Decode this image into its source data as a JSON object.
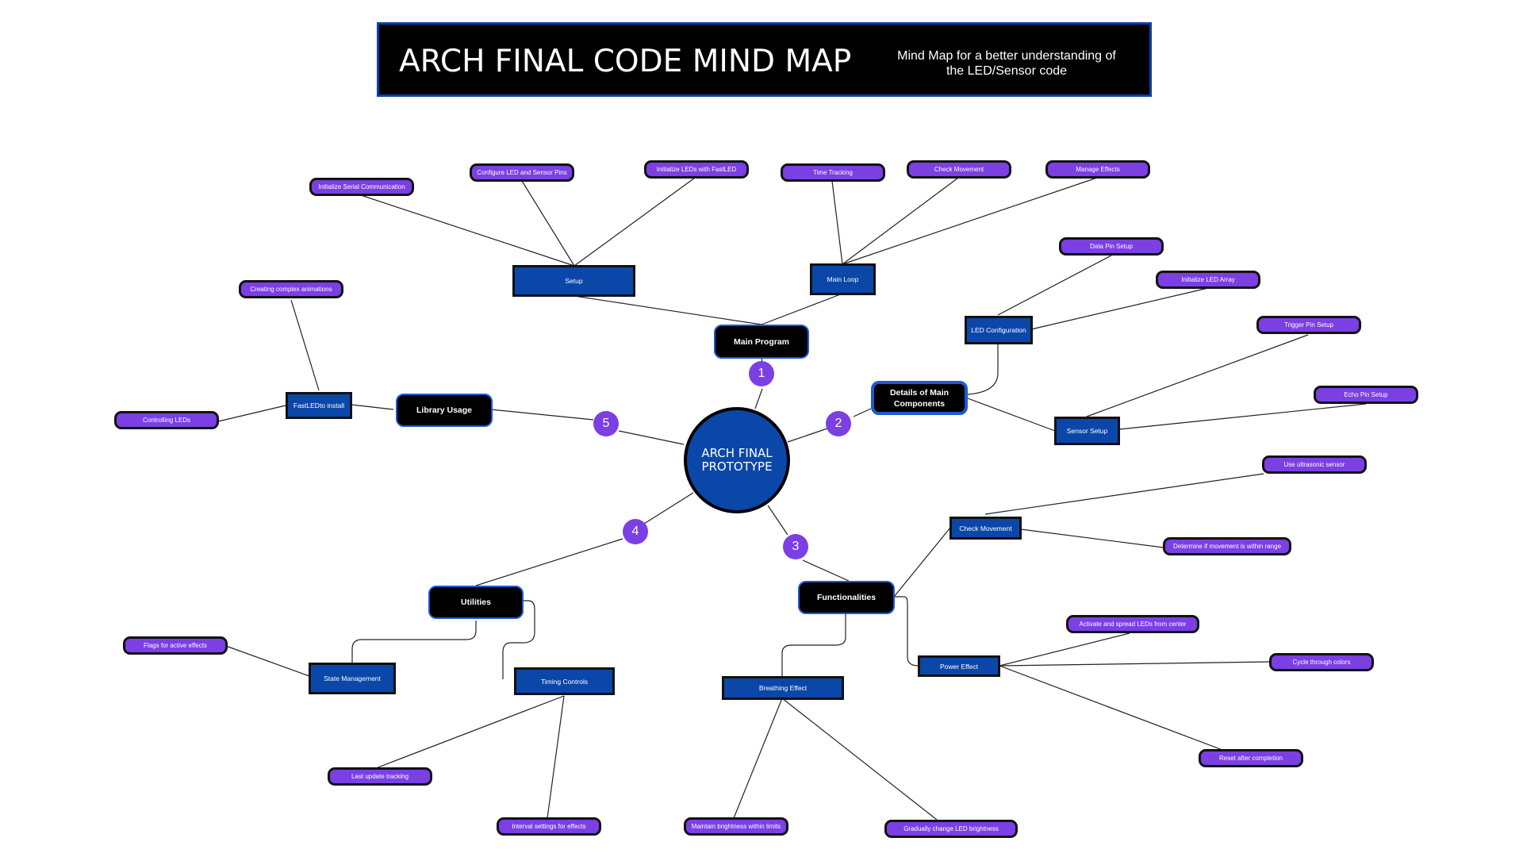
{
  "header": {
    "title": "ARCH FINAL CODE MIND MAP",
    "subtitle": "Mind Map for a better understanding of the LED/Sensor code"
  },
  "center": {
    "label": "ARCH FINAL PROTOTYPE"
  },
  "badges": [
    "1",
    "2",
    "3",
    "4",
    "5"
  ],
  "colors": {
    "leaf": "#7b3fe4",
    "sub": "#0a47a8",
    "main": "#000000",
    "main_border": "#1d5ad6",
    "header_border": "#0a3fa8"
  },
  "main_nodes": {
    "main_program": "Main Program",
    "details": "Details of Main Components",
    "functionalities": "Functionalities",
    "utilities": "Utilities",
    "library_usage": "Library Usage"
  },
  "sub_nodes": {
    "setup": "Setup",
    "main_loop": "Main Loop",
    "led_configuration": "LED Configuration",
    "sensor_setup": "Sensor Setup",
    "check_movement": "Check Movement",
    "power_effect": "Power Effect",
    "breathing_effect": "Breathing Effect",
    "state_management": "State Management",
    "timing_controls": "Timing Controls",
    "fastled_install": "FastLEDto install"
  },
  "leaves": {
    "init_serial": "Initialize Serial Communication",
    "configure_pins": "Configure LED and Sensor Pins",
    "init_leds": "Initialize LEDs with FastLED",
    "time_tracking": "Time Tracking",
    "check_movement": "Check Movement",
    "manage_effects": "Manage Effects",
    "data_pin": "Data Pin Setup",
    "init_led_array": "Initialize LED Array",
    "trigger_pin": "Trigger Pin Setup",
    "echo_pin": "Echo Pin Setup",
    "use_ultrasonic": "Use ultrasonic sensor",
    "determine_range": "Determine if movement is within range",
    "activate_spread": "Activate and spread LEDs from center",
    "cycle_colors": "Cycle through colors",
    "reset_completion": "Reset after completion",
    "maintain_brightness": "Maintain brightness within limits",
    "gradually_change": "Gradually change LED brightness",
    "flags_active": "Flags for active effects",
    "last_update": "Last update tracking",
    "interval_settings": "Interval settings for effects",
    "creating_animations": "Creating complex animations",
    "controlling_leds": "Controlling LEDs"
  }
}
